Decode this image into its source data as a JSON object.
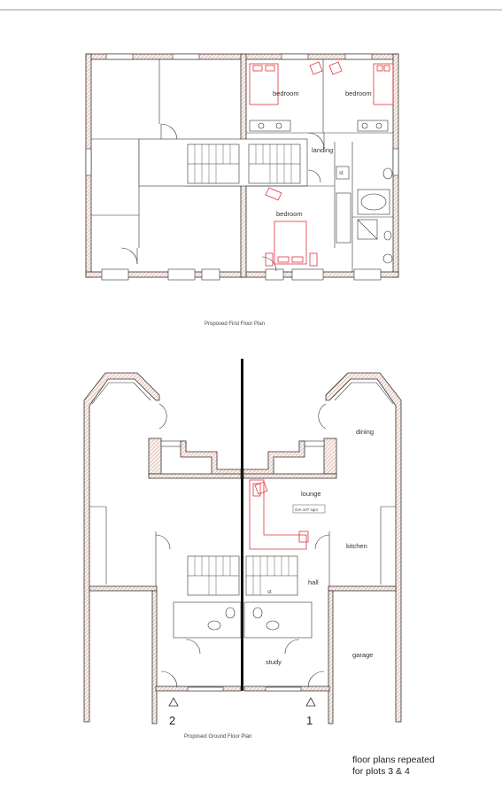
{
  "first_floor": {
    "rooms": {
      "bedroom_left": "bedroom",
      "bedroom_right": "bedroom",
      "landing": "landing",
      "bedroom_lower": "bedroom",
      "store": "st"
    },
    "caption": "Proposed First Floor Plan"
  },
  "ground_floor": {
    "rooms": {
      "dining": "dining",
      "lounge": "lounge",
      "lounge_area_tag": "GIA 107 sqm",
      "kitchen": "kitchen",
      "hall": "hall",
      "store": "st",
      "study": "study",
      "garage": "garage"
    },
    "caption": "Proposed Ground Floor Plan",
    "plot_left": "2",
    "plot_right": "1"
  },
  "note": {
    "line1": "floor plans repeated",
    "line2": "for plots 3 & 4"
  },
  "colors": {
    "wall_line": "#333333",
    "furniture_highlight": "#e0323c",
    "frame_rule": "#9a9a9a"
  }
}
